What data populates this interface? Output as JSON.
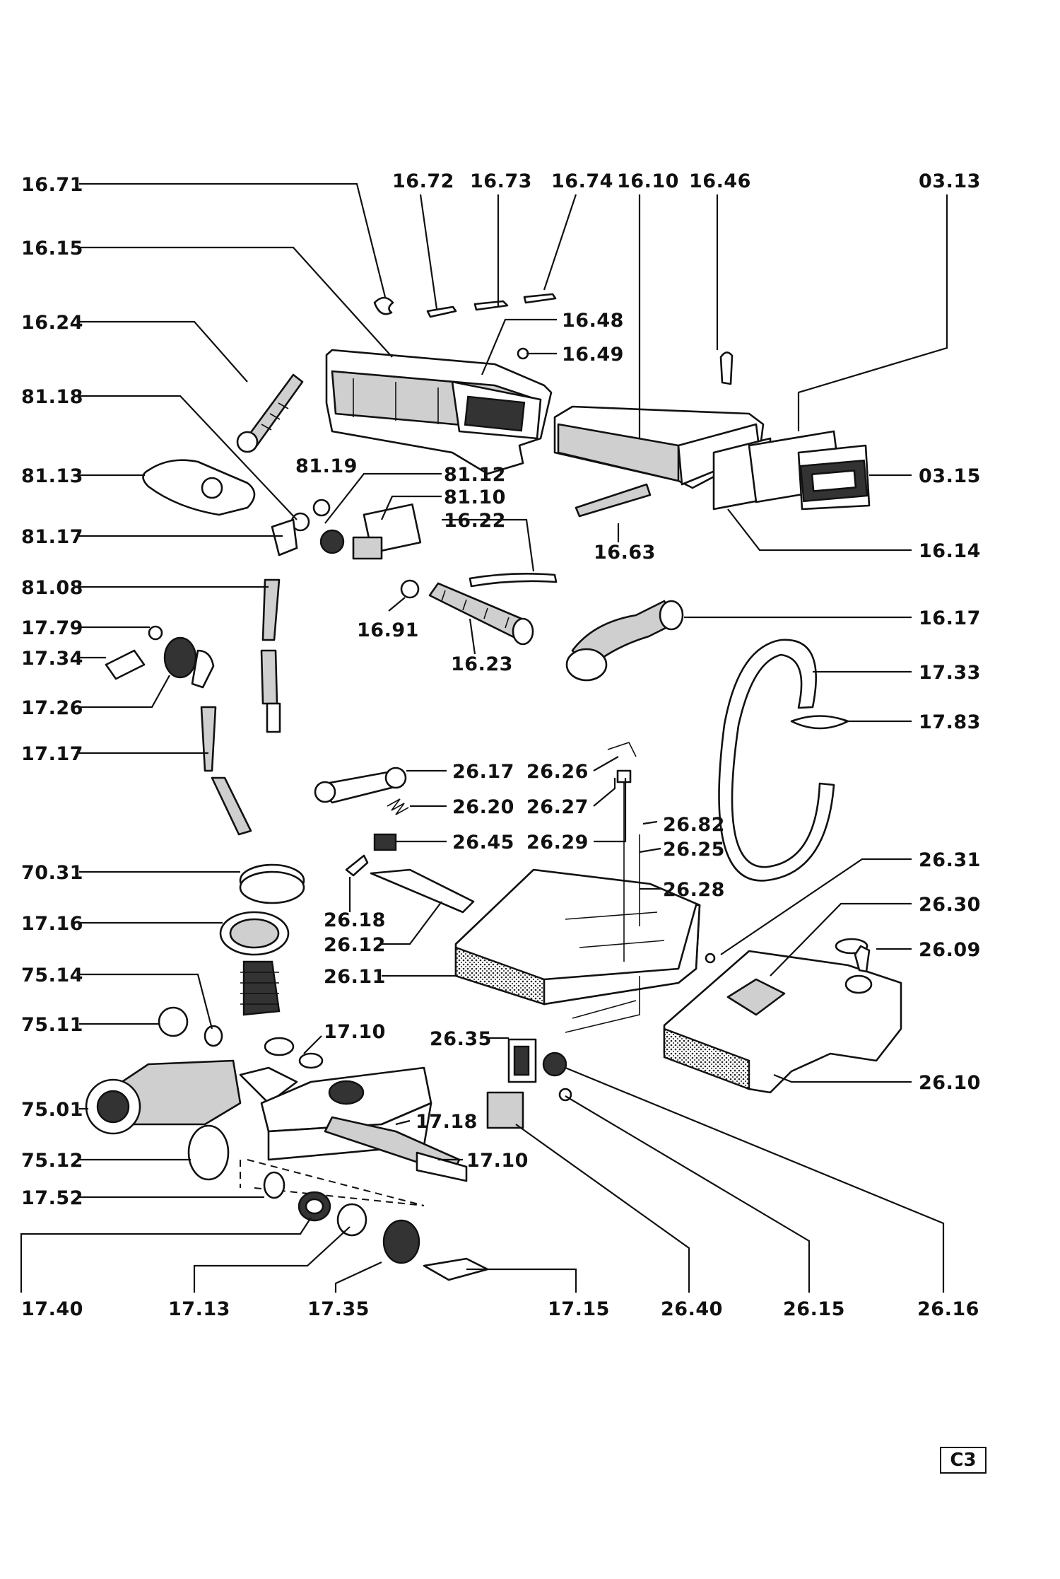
{
  "diagram": {
    "page_code": "C3",
    "labels": [
      "16.71",
      "16.72",
      "16.73",
      "16.74",
      "16.10",
      "16.46",
      "03.13",
      "16.15",
      "16.24",
      "16.48",
      "16.49",
      "81.18",
      "81.13",
      "81.19",
      "81.12",
      "81.10",
      "81.17",
      "16.22",
      "16.63",
      "03.15",
      "16.14",
      "81.08",
      "16.91",
      "16.23",
      "16.17",
      "17.79",
      "17.34",
      "17.33",
      "17.26",
      "17.83",
      "17.17",
      "26.17",
      "26.26",
      "26.20",
      "26.27",
      "26.82",
      "26.29",
      "26.25",
      "26.45",
      "26.31",
      "26.28",
      "70.31",
      "26.18",
      "26.30",
      "17.16",
      "26.12",
      "26.09",
      "75.14",
      "26.11",
      "17.10",
      "75.11",
      "26.35",
      "26.10",
      "75.01",
      "17.18",
      "17.10",
      "75.12",
      "17.52",
      "17.40",
      "17.13",
      "17.35",
      "17.15",
      "26.40",
      "26.15",
      "26.16"
    ]
  }
}
